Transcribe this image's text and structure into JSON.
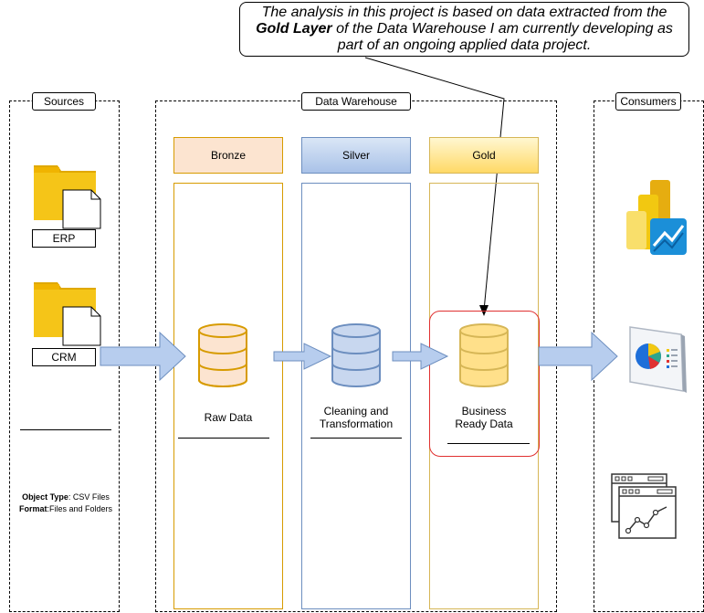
{
  "note": {
    "line1": "The analysis in this project is based on data extracted from the",
    "bold": "Gold Layer",
    "line2_rest": " of the Data Warehouse I am currently developing as",
    "line3": "part of an ongoing applied data project."
  },
  "sections": {
    "sources": "Sources",
    "warehouse": "Data Warehouse",
    "consumers": "Consumers"
  },
  "sources": {
    "erp": "ERP",
    "crm": "CRM",
    "object_type_label": "Object Type",
    "object_type_value": ": CSV Files",
    "format_label": "Format",
    "format_value": ":Files and Folders"
  },
  "layers": {
    "bronze": {
      "title": "Bronze",
      "caption": "Raw Data"
    },
    "silver": {
      "title": "Silver",
      "caption_line1": "Cleaning and",
      "caption_line2": "Transformation"
    },
    "gold": {
      "title": "Gold",
      "caption_line1": "Business",
      "caption_line2": "Ready Data"
    }
  },
  "colors": {
    "bronze_fill": "#fce4d0",
    "bronze_border": "#d79b00",
    "silver_fill": "#c8d7ef",
    "silver_border": "#6c8ebf",
    "gold_fill": "#fff2b3",
    "gold_border": "#d6b656",
    "highlight": "#e03131",
    "arrow_fill": "#b7cdee",
    "arrow_stroke": "#6c8ebf",
    "folder": "#f5c518"
  },
  "icons": {
    "erp_folder": "folder-icon",
    "crm_folder": "folder-icon",
    "bronze_db": "database-icon",
    "silver_db": "database-icon",
    "gold_db": "database-icon",
    "powerbi": "power-bi-icon",
    "dashboard": "dashboard-icon",
    "analytics": "analytics-icon"
  }
}
